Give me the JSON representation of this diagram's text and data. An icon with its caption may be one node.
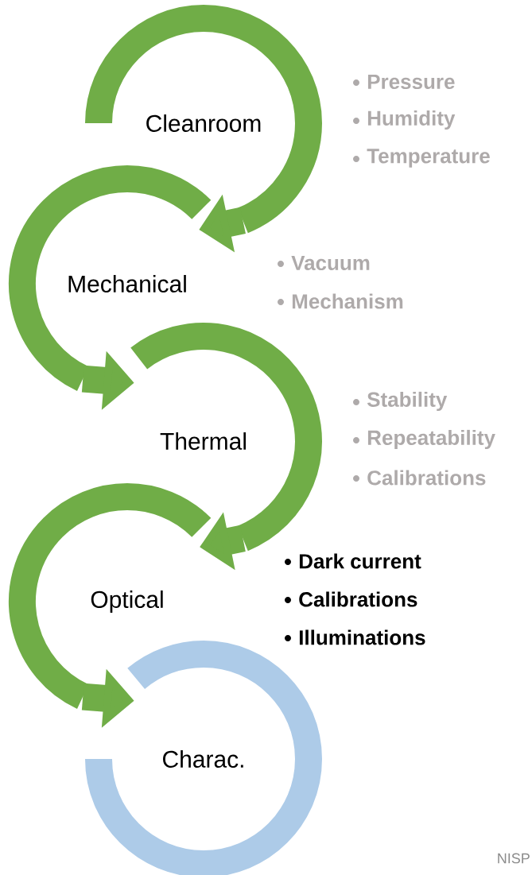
{
  "diagram": {
    "nodes": [
      {
        "text": [
          "Cleanroom"
        ],
        "beside": [
          "Pressure",
          "Humidity",
          "Temperature"
        ]
      },
      {
        "text": [
          "Mechanical"
        ],
        "beside": [
          "Vacuum",
          "Mechanism"
        ]
      },
      {
        "text": [
          "Thermal"
        ],
        "beside": [
          "Stability",
          "Repeatability",
          "Calibrations"
        ]
      },
      {
        "text": [
          "Optical"
        ],
        "beside": [
          "Dark current",
          "Calibrations",
          "Illuminations"
        ]
      },
      {
        "text": [
          "Charac."
        ]
      }
    ],
    "edges": [
      {
        "from": 0,
        "to": 1,
        "arrow": "to"
      },
      {
        "from": 1,
        "to": 2,
        "arrow": "to"
      },
      {
        "from": 2,
        "to": 3,
        "arrow": "to"
      },
      {
        "from": 3,
        "to": 4,
        "arrow": "to"
      }
    ],
    "labels": [
      "NISP"
    ]
  }
}
